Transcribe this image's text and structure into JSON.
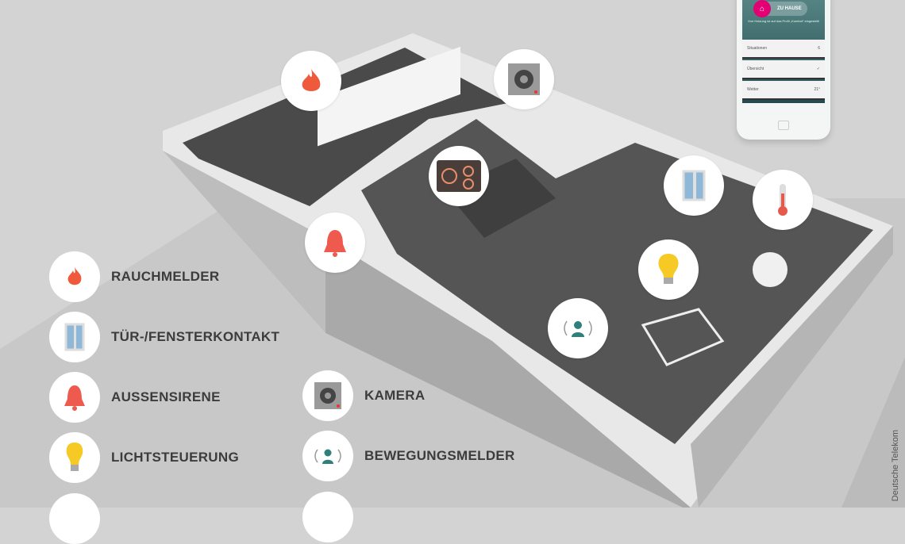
{
  "legend": [
    {
      "label": "RAUCHMELDER",
      "icon": "flame-icon"
    },
    {
      "label": "TÜR-/FENSTERKONTAKT",
      "icon": "window-icon"
    },
    {
      "label": "AUSSENSIRENE",
      "icon": "bell-icon"
    },
    {
      "label": "LICHTSTEUERUNG",
      "icon": "bulb-icon"
    },
    {
      "label": "KAMERA",
      "icon": "camera-icon"
    },
    {
      "label": "BEWEGUNGSMELDER",
      "icon": "motion-sensor-icon"
    }
  ],
  "phone": {
    "mode_button": "ZU HAUSE",
    "message": "Ihre Heizung ist auf das Profil „Komfort“ eingestellt",
    "rows": [
      {
        "label": "Situationen",
        "value": "6"
      },
      {
        "label": "Übersicht",
        "value": "✓"
      },
      {
        "label": "Wetter",
        "value": "21°"
      }
    ]
  },
  "credit": "Deutsche Telekom",
  "colors": {
    "accent": "#e20074",
    "flame": "#f05a3c",
    "bell": "#ee5a4e",
    "bulb": "#f7c925",
    "teal": "#2f7f7a"
  }
}
